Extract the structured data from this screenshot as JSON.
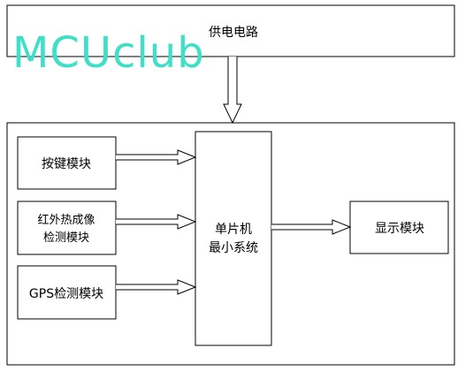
{
  "watermark": {
    "text": "MCUclub",
    "color": "#3fe0c8"
  },
  "colors": {
    "stroke": "#000000",
    "fill": "#ffffff",
    "text": "#000000"
  },
  "power": {
    "label": "供电电路"
  },
  "blocks": {
    "key": {
      "label": "按键模块"
    },
    "infrared": {
      "line1": "红外热成像",
      "line2": "检测模块"
    },
    "gps": {
      "label": "GPS检测模块"
    },
    "mcu": {
      "line1": "单片机",
      "line2": "最小系统"
    },
    "display": {
      "label": "显示模块"
    }
  }
}
